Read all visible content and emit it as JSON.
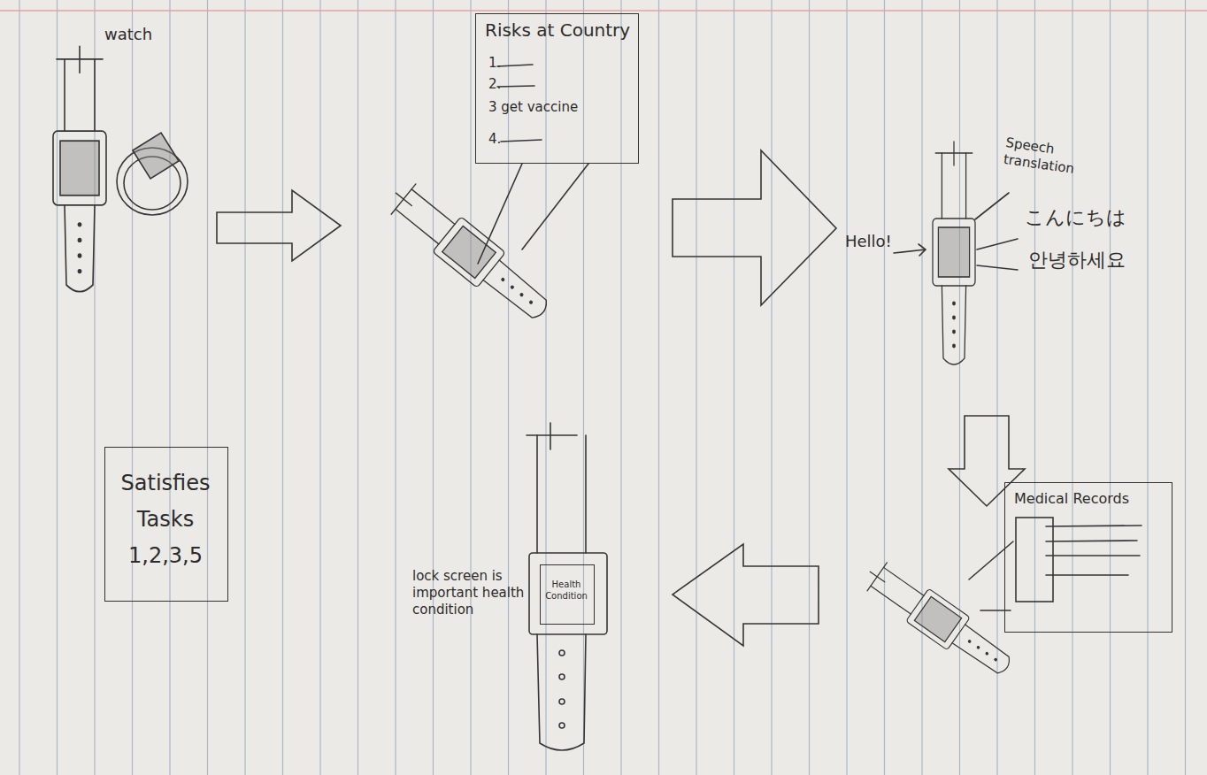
{
  "diagram": {
    "nodes": [
      {
        "text": [
          "Risks at Country",
          "1.",
          "2.",
          "3 get vaccine",
          "4."
        ]
      },
      {
        "text": [
          "Medical Records"
        ]
      },
      {
        "text": [
          "Health Condition"
        ]
      },
      {
        "text": [
          "Satisfies Tasks 1,2,3,5"
        ]
      }
    ],
    "labels": [
      "watch",
      "Speech translation",
      "Hello!",
      "こんにちは",
      "안녕하세요",
      "lock screen is important health condition"
    ]
  }
}
